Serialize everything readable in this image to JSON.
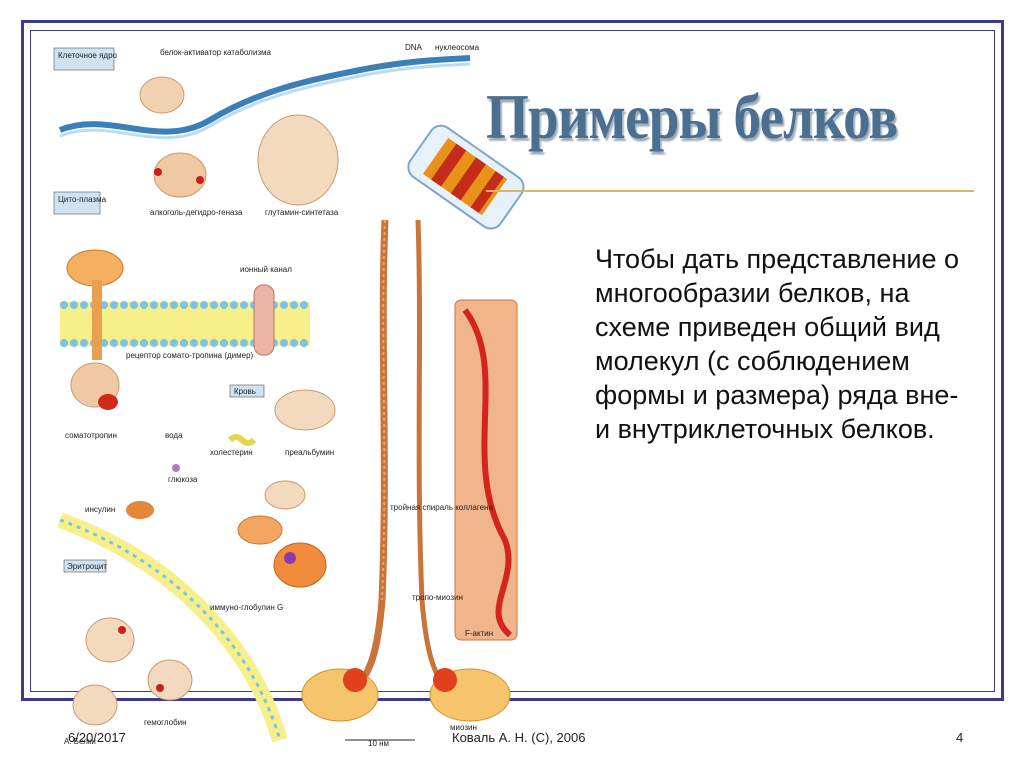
{
  "slide": {
    "title": "Примеры белков",
    "body": "Чтобы дать представление о многообразии белков, на схеме приведен общий вид молекул (с соблюдением формы и размера) ряда вне- и внутриклеточных белков.",
    "footer_date": "6/20/2017",
    "footer_author": "Коваль А. Н. (C), 2006",
    "page_number": "4"
  },
  "illustration": {
    "labels": {
      "nucleus": "Клеточное ядро",
      "activator": "белок-активатор катаболизма",
      "dna": "DNA",
      "nucleosome": "нуклеосома",
      "cytoplasm": "Цито-плазма",
      "adh": "алкоголь-дегидро-геназа",
      "glutamine": "глутамин-синтетаза",
      "ion_channel": "ионный канал",
      "receptor": "рецептор сомато-тропина (димер)",
      "blood": "Кровь",
      "somatotropin": "соматотропин",
      "water": "вода",
      "cholesterol": "холестерин",
      "prealbumin": "преальбумин",
      "glucose": "глюкоза",
      "insulin": "инсулин",
      "collagen": "тройная спираль коллагена",
      "immunoglobulin": "иммуно-глобулин G",
      "erythrocyte": "Эритроцит",
      "tropomyosin": "тропо-миозин",
      "actin": "F-актин",
      "hemoglobin": "гемоглобин",
      "myosin": "миозин",
      "scale": "10 нм",
      "proteins": "А. Белки"
    }
  }
}
